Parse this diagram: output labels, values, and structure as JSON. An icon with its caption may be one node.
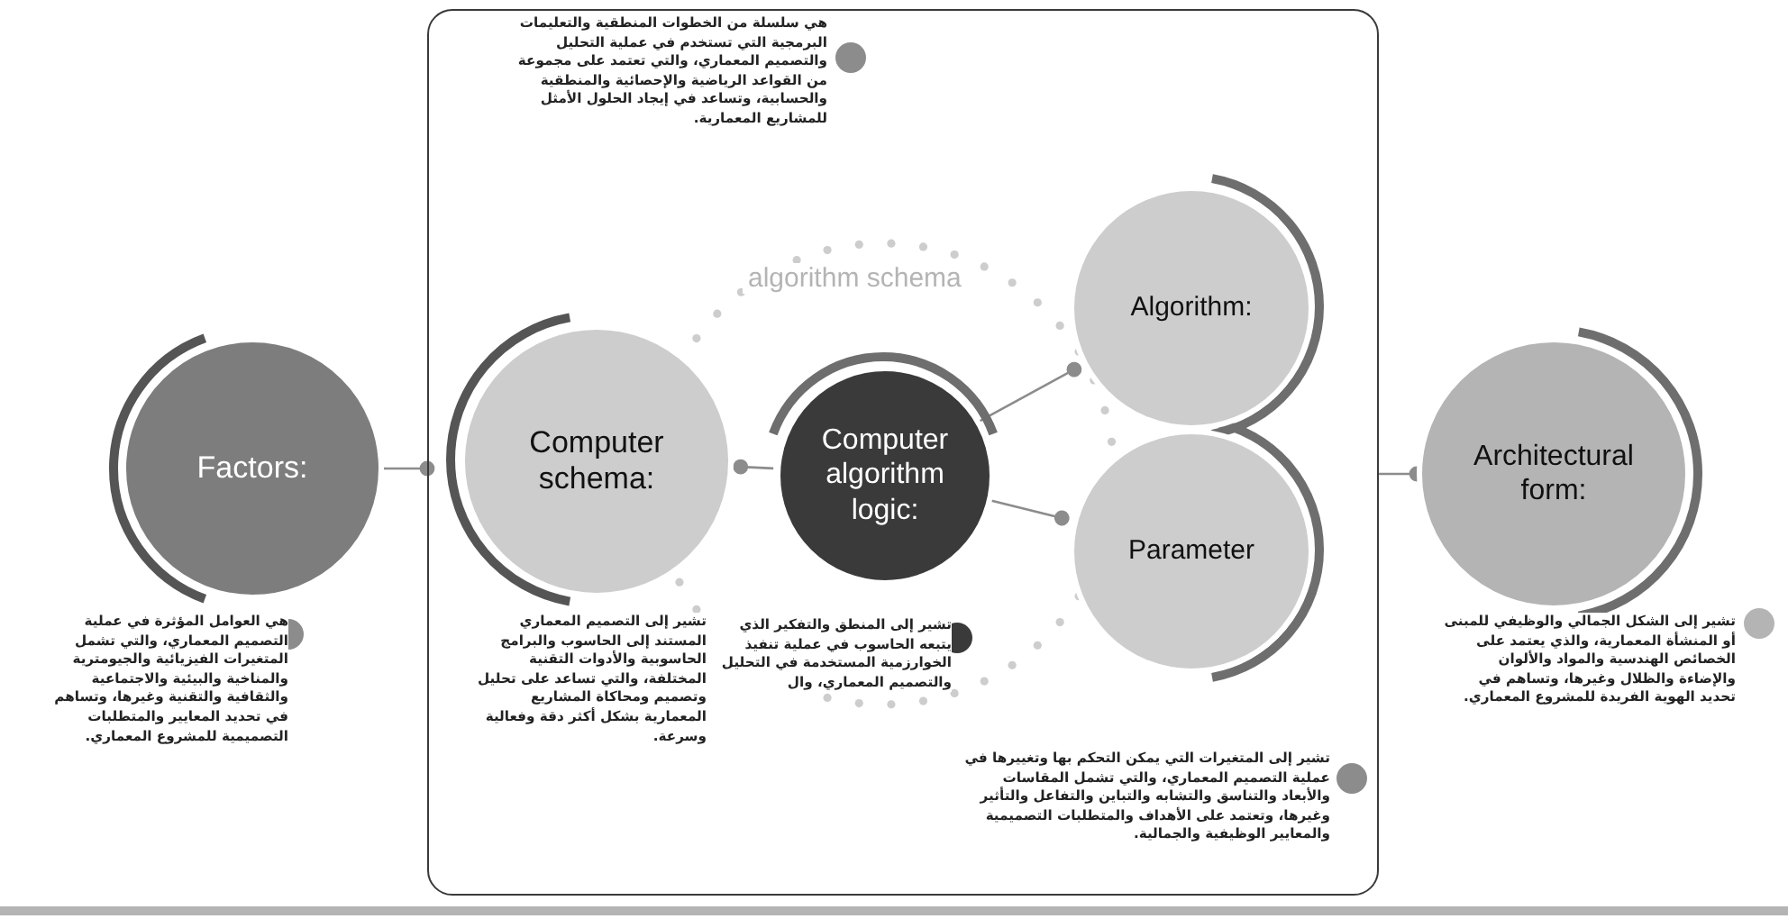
{
  "diagram": {
    "nodes": [
      {
        "text": [
          "Factors:"
        ],
        "beside": [
          "هي العوامل المؤثرة في عملية التصميم المعماري، والتي تشمل المتغيرات الفيزيائية والجيومترية والمناخية والبيئية والاجتماعية والثقافية والتقنية وغيرها، وتساهم في تحديد المعايير والمتطلبات التصميمية للمشروع المعماري."
        ]
      },
      {
        "text": [],
        "shape": "box"
      },
      {
        "text": [
          "Computer schema:"
        ],
        "in": 1,
        "beside": [
          "تشير إلى التصميم المعماري المستند إلى الحاسوب والبرامج الحاسوبية والأدوات التقنية المختلفة، والتي تساعد على تحليل وتصميم ومحاكاة المشاريع المعمارية بشكل أكثر دقة وفعالية وسرعة."
        ]
      },
      {
        "text": [
          "Computer algorithm logic:"
        ],
        "in": 1,
        "beside": [
          "تشير إلى المنطق والتفكير الذي يتبعه الحاسوب في عملية تنفيذ الخوارزمية المستخدمة في التحليل والتصميم المعماري، وال"
        ]
      },
      {
        "text": [
          "Algorithm:"
        ],
        "in": 1
      },
      {
        "text": [
          "Parameter"
        ],
        "in": 1
      },
      {
        "text": [
          "Architectural form:"
        ],
        "beside": [
          "تشير إلى الشكل الجمالي والوظيفي للمبنى أو المنشأة المعمارية، والذي يعتمد على الخصائص الهندسية والمواد والألوان والإضاءة والظلال وغيرها، وتساهم في تحديد الهوية الفريدة للمشروع المعماري."
        ]
      }
    ],
    "edges": [
      {
        "from": 0,
        "to": 1,
        "arrow": "other"
      },
      {
        "from": 1,
        "to": 6,
        "arrow": "other"
      },
      {
        "from": 3,
        "to": 2,
        "arrow": "other"
      },
      {
        "from": 3,
        "to": 4,
        "arrow": "other"
      },
      {
        "from": 3,
        "to": 5,
        "arrow": "other"
      }
    ],
    "labels": [
      "هي سلسلة من الخطوات المنطقية والتعليمات البرمجية التي تستخدم في عملية التحليل والتصميم المعماري، والتي تعتمد على مجموعة من القواعد الرياضية والإحصائية والمنطقية والحسابية، وتساعد في إيجاد الحلول الأمثل للمشاريع المعمارية.",
      "algorithm schema",
      "تشير إلى المتغيرات التي يمكن التحكم بها وتغييرها في عملية التصميم المعماري، والتي تشمل المقاسات والأبعاد والتناسق والتشابه والتباين والتفاعل والتأثير وغيرها، وتعتمد على الأهداف والمتطلبات التصميمية والمعايير الوظيفية والجمالية."
    ]
  }
}
